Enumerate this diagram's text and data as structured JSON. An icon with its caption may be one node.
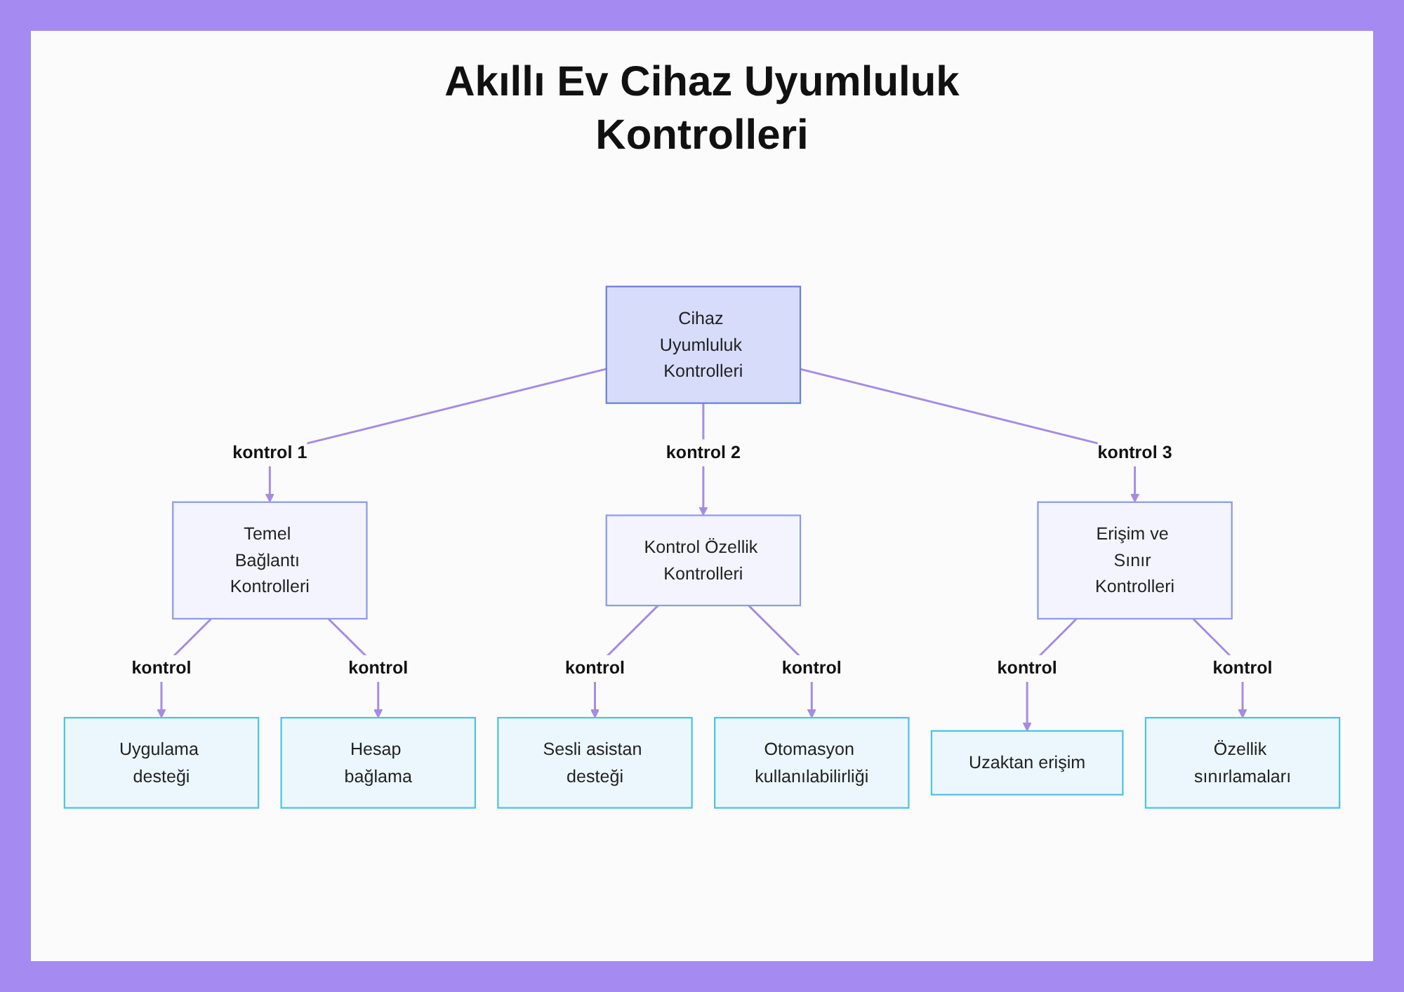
{
  "diagram": {
    "title": "Akıllı Ev Cihaz Uyumluluk Kontrolleri",
    "nodes": [
      {
        "text": [
          "Cihaz Uyumluluk Kontrolleri"
        ]
      },
      {
        "text": [
          "Temel Bağlantı Kontrolleri"
        ]
      },
      {
        "text": [
          "Kontrol Özellik Kontrolleri"
        ]
      },
      {
        "text": [
          "Erişim ve Sınır Kontrolleri"
        ]
      },
      {
        "text": [
          "Uygulama desteği"
        ]
      },
      {
        "text": [
          "Hesap bağlama"
        ]
      },
      {
        "text": [
          "Sesli asistan desteği"
        ]
      },
      {
        "text": [
          "Otomasyon kullanılabilirliği"
        ]
      },
      {
        "text": [
          "Uzaktan erişim"
        ]
      },
      {
        "text": [
          "Özellik sınırlamaları"
        ]
      }
    ],
    "edges": [
      {
        "from": 0,
        "to": 1,
        "arrow": "to",
        "label": "kontrol 1"
      },
      {
        "from": 0,
        "to": 2,
        "arrow": "to",
        "label": "kontrol 2"
      },
      {
        "from": 0,
        "to": 3,
        "arrow": "to",
        "label": "kontrol 3"
      },
      {
        "from": 1,
        "to": 4,
        "arrow": "to",
        "label": "kontrol"
      },
      {
        "from": 1,
        "to": 5,
        "arrow": "to",
        "label": "kontrol"
      },
      {
        "from": 2,
        "to": 6,
        "arrow": "to",
        "label": "kontrol"
      },
      {
        "from": 2,
        "to": 7,
        "arrow": "to",
        "label": "kontrol"
      },
      {
        "from": 3,
        "to": 8,
        "arrow": "to",
        "label": "kontrol"
      },
      {
        "from": 3,
        "to": 9,
        "arrow": "to",
        "label": "kontrol"
      }
    ]
  }
}
